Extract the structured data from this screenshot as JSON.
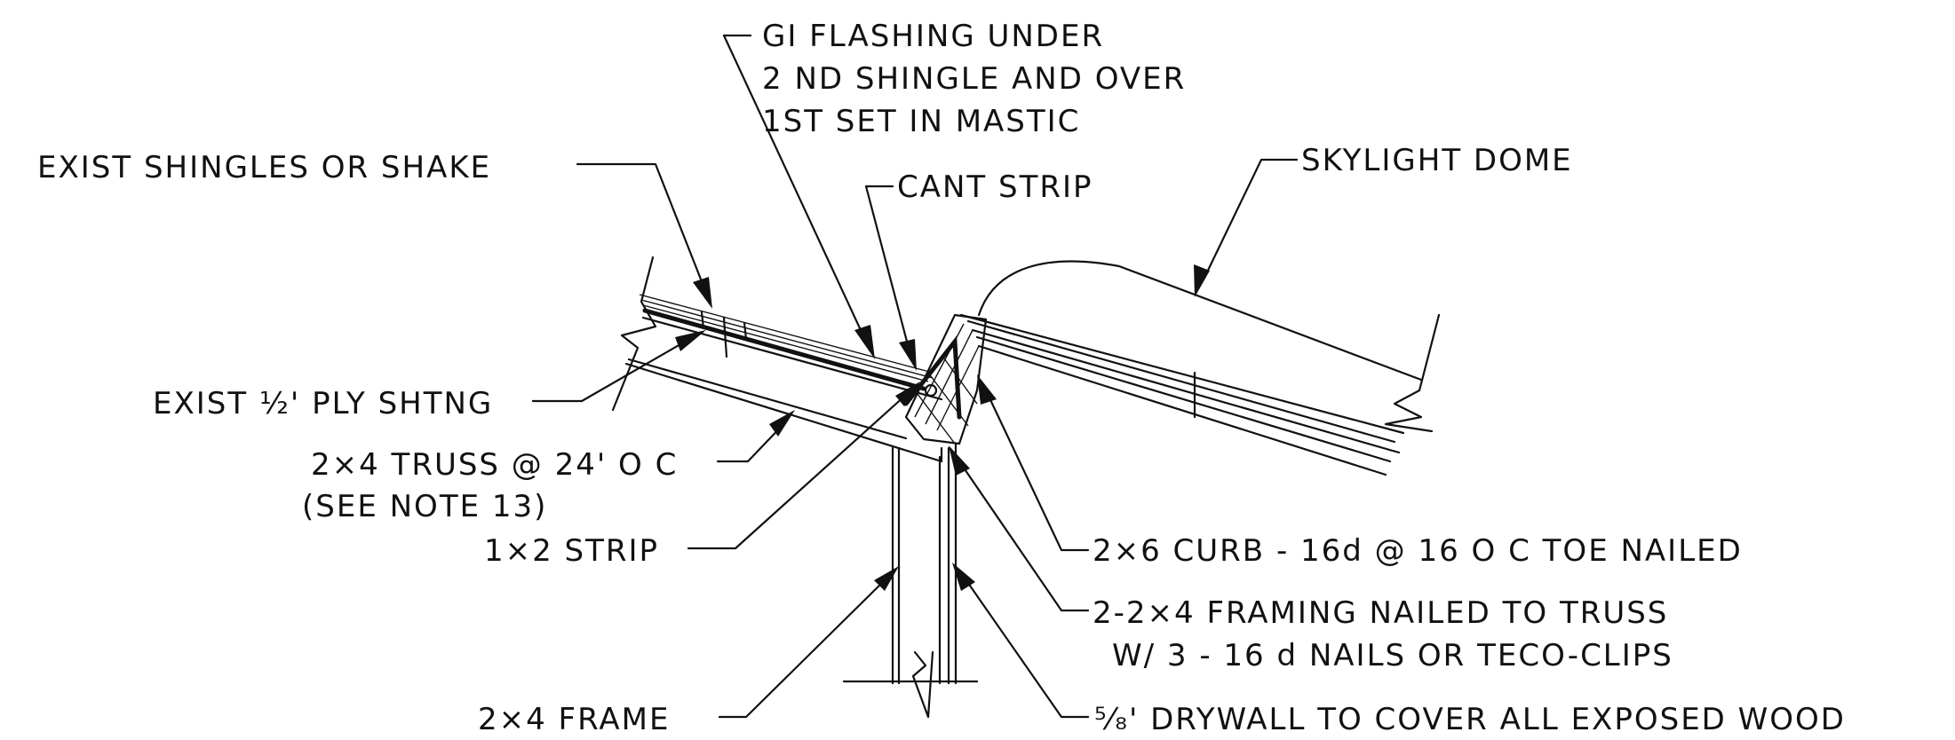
{
  "labels": {
    "gi_flashing_1": "GI FLASHING UNDER",
    "gi_flashing_2": "2 ND SHINGLE AND OVER",
    "gi_flashing_3": "1ST SET IN MASTIC",
    "exist_shingles": "EXIST SHINGLES OR SHAKE",
    "cant_strip": "CANT STRIP",
    "skylight_dome": "SKYLIGHT DOME",
    "exist_ply": "EXIST ½' PLY SHTNG",
    "truss_1": "2×4 TRUSS @ 24' O C",
    "truss_2": "(SEE NOTE 13)",
    "strip_1x2": "1×2 STRIP",
    "curb": "2×6 CURB - 16d @ 16 O C TOE NAILED",
    "framing_1": "2-2×4 FRAMING NAILED TO TRUSS",
    "framing_2": "W/ 3 - 16 d NAILS OR TECO-CLIPS",
    "frame_2x4": "2×4 FRAME",
    "drywall": "⁵⁄₈' DRYWALL TO COVER ALL EXPOSED WOOD"
  }
}
